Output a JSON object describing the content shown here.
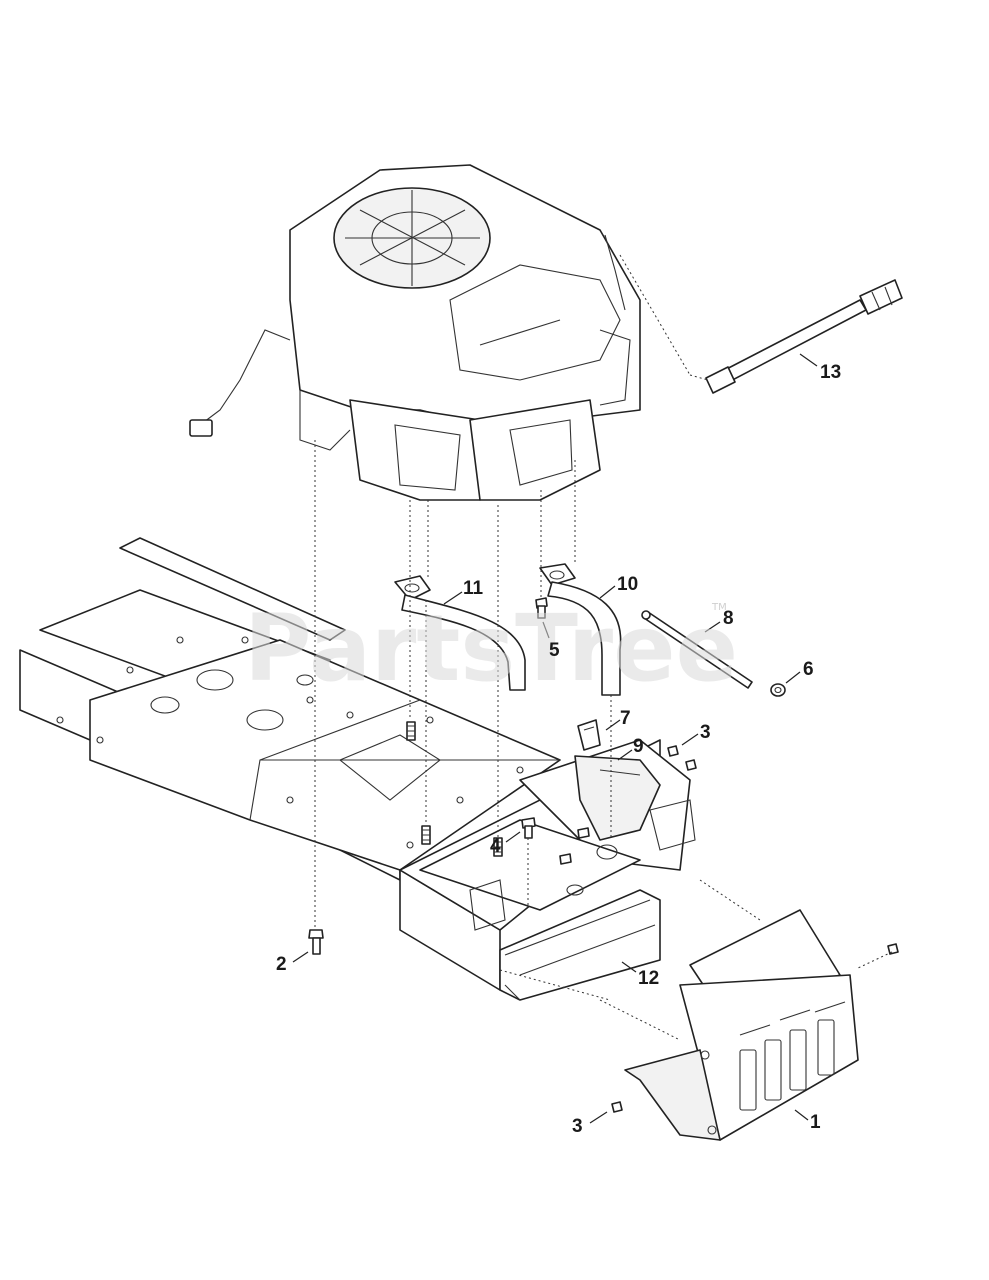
{
  "watermark": {
    "text": "PartsTree",
    "trademark": "TM"
  },
  "callouts": [
    {
      "id": "1",
      "label": "1"
    },
    {
      "id": "2",
      "label": "2"
    },
    {
      "id": "3a",
      "label": "3"
    },
    {
      "id": "3b",
      "label": "3"
    },
    {
      "id": "4",
      "label": "4"
    },
    {
      "id": "5",
      "label": "5"
    },
    {
      "id": "6",
      "label": "6"
    },
    {
      "id": "7",
      "label": "7"
    },
    {
      "id": "8",
      "label": "8"
    },
    {
      "id": "9",
      "label": "9"
    },
    {
      "id": "10",
      "label": "10"
    },
    {
      "id": "11",
      "label": "11"
    },
    {
      "id": "12",
      "label": "12"
    },
    {
      "id": "13",
      "label": "13"
    }
  ],
  "colors": {
    "line": "#222222",
    "watermark": "#d9d9d9",
    "background": "#ffffff"
  }
}
